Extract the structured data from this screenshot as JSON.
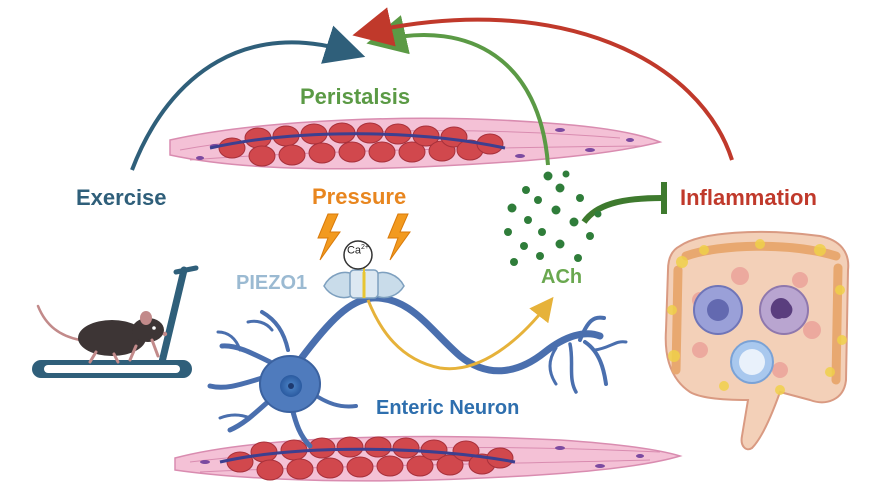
{
  "labels": {
    "peristalsis": "Peristalsis",
    "exercise": "Exercise",
    "pressure": "Pressure",
    "inflammation": "Inflammation",
    "piezo1": "PIEZO1",
    "ach": "ACh",
    "enteric_neuron": "Enteric Neuron",
    "calcium": "Ca",
    "calcium_charge": "2+"
  },
  "colors": {
    "exercise": "#2f5f7a",
    "peristalsis": "#5b9a45",
    "pressure": "#e8861f",
    "inflammation": "#c0392b",
    "piezo1": "#9bbad2",
    "ach": "#6aa84f",
    "neuron": "#2e6fae",
    "ach_arrow": "#3e7a2e",
    "pressure_arrow": "#e6b23a",
    "muscle_red": "#d1484d",
    "muscle_pink": "#f1b3cc"
  },
  "icons": [
    "treadmill-icon",
    "mouse-icon",
    "lightning-bolt-icon",
    "calcium-ion-icon",
    "piezo1-channel-icon",
    "enteric-neuron-icon",
    "acetylcholine-vesicles-icon",
    "intestine-icon",
    "immune-cell-icon",
    "smooth-muscle-icon"
  ]
}
